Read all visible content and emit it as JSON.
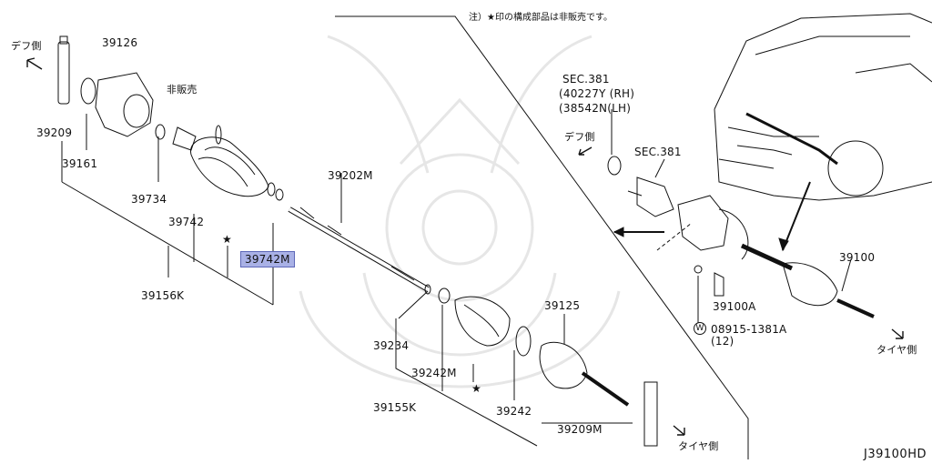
{
  "note": "注）★印の構成部品は非販売です。",
  "diagram_code": "J39100HD",
  "direction_labels": {
    "diff_side_left": "デフ側",
    "diff_side_right": "デフ側",
    "tire_side_bottom": "タイヤ側",
    "tire_side_right": "タイヤ側"
  },
  "not_sold": "非販売",
  "star": "★",
  "section_refs": {
    "sec381_a": "SEC.381",
    "rh": "(40227Y (RH)",
    "lh": "(38542N(LH)",
    "sec381_b": "SEC.381"
  },
  "parts": {
    "p39126": "39126",
    "p39209_left": "39209",
    "p39161": "39161",
    "p39734": "39734",
    "p39742": "39742",
    "p39742m_highlight": "39742M",
    "p39156k": "39156K",
    "p39202m": "39202M",
    "p39234": "39234",
    "p39242m": "39242M",
    "p39155k": "39155K",
    "p39125": "39125",
    "p39242": "39242",
    "p39209m": "39209M",
    "p39100": "39100",
    "p39100a": "39100A",
    "p08915": "08915-1381A",
    "p08915_qty": "(12)",
    "w_mark": "W"
  },
  "colors": {
    "highlight_fill": "#a9b1e6",
    "line": "#111111",
    "watermark": "#e6e6e6"
  }
}
